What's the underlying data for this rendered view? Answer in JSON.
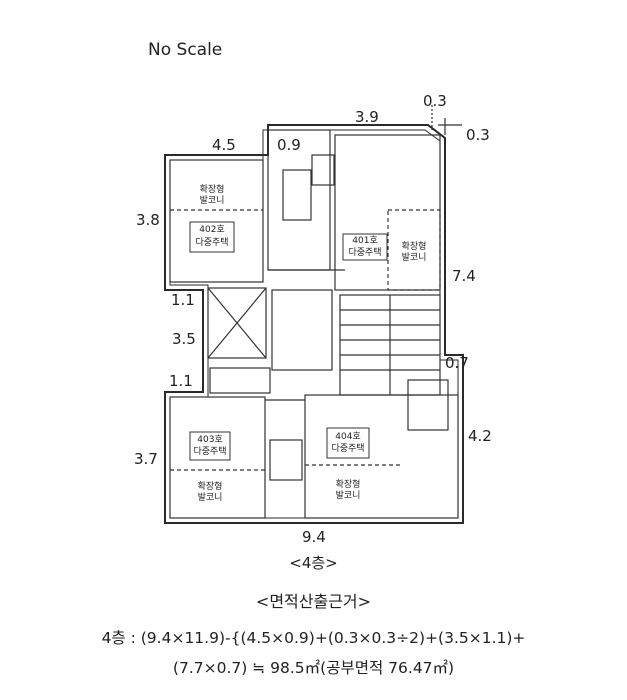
{
  "scale_note": "No Scale",
  "dimensions": {
    "top_left_width": "4.5",
    "top_notch": "0.9",
    "top_right_width": "3.9",
    "corner_a": "0.3",
    "corner_b": "0.3",
    "left_upper": "3.8",
    "right_upper": "7.4",
    "gap_1": "1.1",
    "core_height": "3.5",
    "gap_2": "1.1",
    "right_step": "0.7",
    "right_lower": "4.2",
    "left_lower": "3.7",
    "bottom_width": "9.4"
  },
  "units": {
    "u402": {
      "balcony": "확장형\n발코니",
      "number": "402호",
      "type": "다중주택"
    },
    "u401": {
      "balcony": "확장형\n발코니",
      "number": "401호",
      "type": "다중주택"
    },
    "u403": {
      "balcony": "확장형\n발코니",
      "number": "403호",
      "type": "다중주택"
    },
    "u404": {
      "balcony": "확장형\n발코니",
      "number": "404호",
      "type": "다중주택"
    }
  },
  "floor_label": "<4층>",
  "basis_title": "<면적산출근거>",
  "calc_line1": "4층 : (9.4×11.9)-{(4.5×0.9)+(0.3×0.3÷2)+(3.5×1.1)+",
  "calc_line2": "(7.7×0.7)  ≒ 98.5㎡(공부면적 76.47㎡)"
}
